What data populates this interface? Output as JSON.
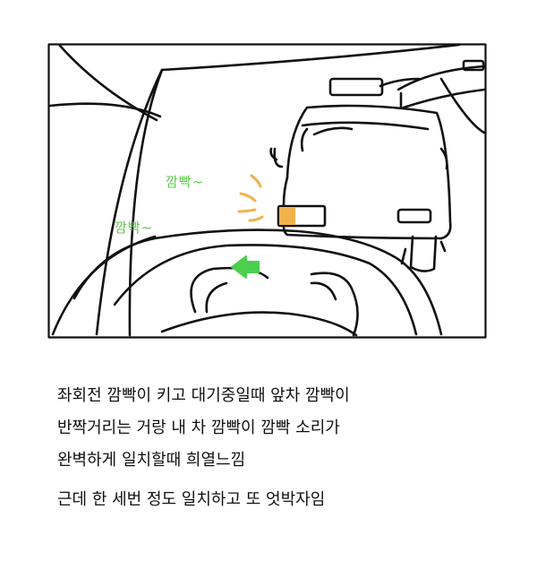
{
  "comic": {
    "sound_effects": [
      "깜빡~",
      "깜빡~"
    ],
    "caption_lines": [
      "좌회전 깜빡이 키고 대기중일때 앞차 깜빡이",
      "반짝거리는 거랑 내 차 깜빡이 깜빡 소리가",
      "완벽하게 일치할때 희열느낌"
    ],
    "caption_last": "근데 한 세번 정도 일치하고 또 엇박자임",
    "colors": {
      "ink": "#111111",
      "sfx": "#5cc84a",
      "blinker": "#f0b24a",
      "arrow": "#4ccf4c"
    }
  }
}
